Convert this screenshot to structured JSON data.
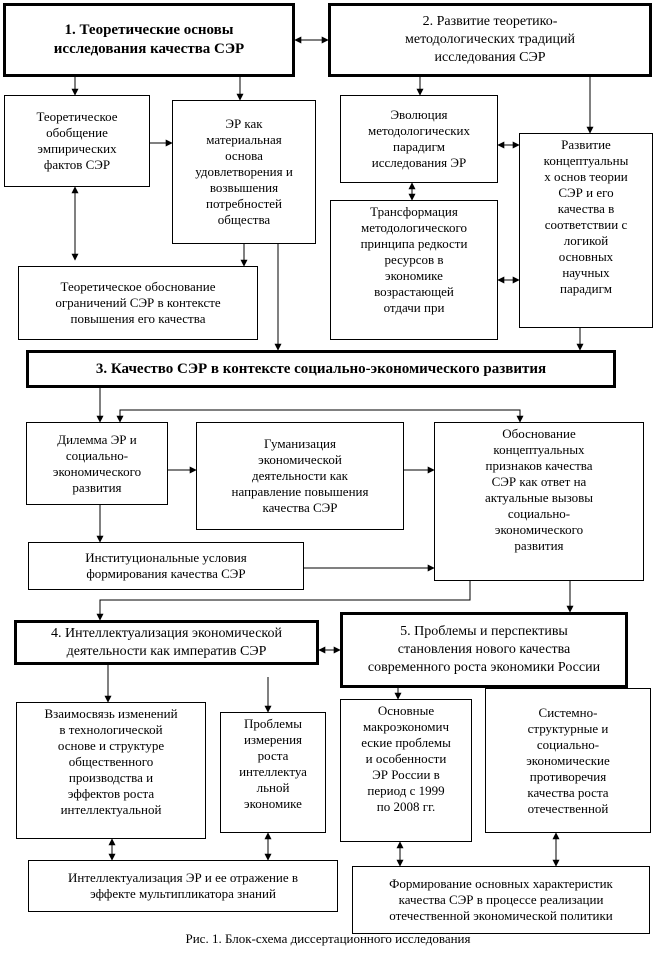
{
  "nodes": {
    "s1_title": "1. Теоретические основы\nисследования качества СЭР",
    "s2_title": "2. Развитие теоретико-\nметодологических традиций\nисследования СЭР",
    "theor_generalization": "Теоретическое\nобобщение\nэмпирических\nфактов  СЭР",
    "er_material_basis": "ЭР как\nматериальная\nоснова\nудовлетворения и\nвозвышения\nпотребностей\nобщества",
    "theor_limits": "Теоретическое обоснование\nограничений СЭР в контексте\nповышения его качества",
    "evolution_paradigms": "Эволюция\nметодологических\nпарадигм\nисследования ЭР",
    "transformation_scarcity": "Трансформация\nметодологического\nпринципа редкости\nресурсов в\nэкономике\nвозрастающей\nотдачи при",
    "conceptual_foundations": "Развитие\nконцептуальны\nх основ теории\nСЭР и его\nкачества в\nсоответствии с\nлогикой\nосновных\nнаучных\nпарадигм",
    "s3_title": "3. Качество СЭР в контексте социально-экономического развития",
    "dilemma": "Дилемма ЭР и\nсоциально-\nэкономического\nразвития",
    "humanization": "Гуманизация\nэкономической\nдеятельности как\nнаправление повышения\nкачества СЭР",
    "conceptual_signs": "Обоснование\nконцептуальных\nпризнаков качества\nСЭР как ответ на\nактуальные вызовы\nсоциально-\nэкономического\nразвития",
    "institutional": "Институциональные условия\nформирования качества СЭР",
    "s4_title": "4. Интеллектуализация экономической\nдеятельности как императив СЭР",
    "s5_title": "5. Проблемы и перспективы\nстановления нового качества\nсовременного роста экономики России",
    "interrelation": "Взаимосвязь изменений\nв технологической\nоснове и структуре\nобщественного\nпроизводства и\nэффектов роста\nинтеллектуальной",
    "measurement": "Проблемы\nизмерения\nроста\nинтеллектуа\nльной\nэкономике",
    "macro_problems": "Основные\nмакроэкономич\nеские проблемы\nи особенности\nЭР   России в\nпериод с 1999\nпо 2008 гг.",
    "systemic_contradictions": "Системно-\nструктурные и\nсоциально-\nэкономические\nпротиворечия\nкачества роста\nотечественной",
    "intellectualization_multiplier": "Интеллектуализация ЭР и ее отражение в\nэффекте мультипликатора знаний",
    "formation_characteristics": "Формирование основных характеристик\nкачества СЭР в процессе реализации\nотечественной экономической политики"
  },
  "caption": "Рис. 1. Блок-схема диссертационного исследования"
}
